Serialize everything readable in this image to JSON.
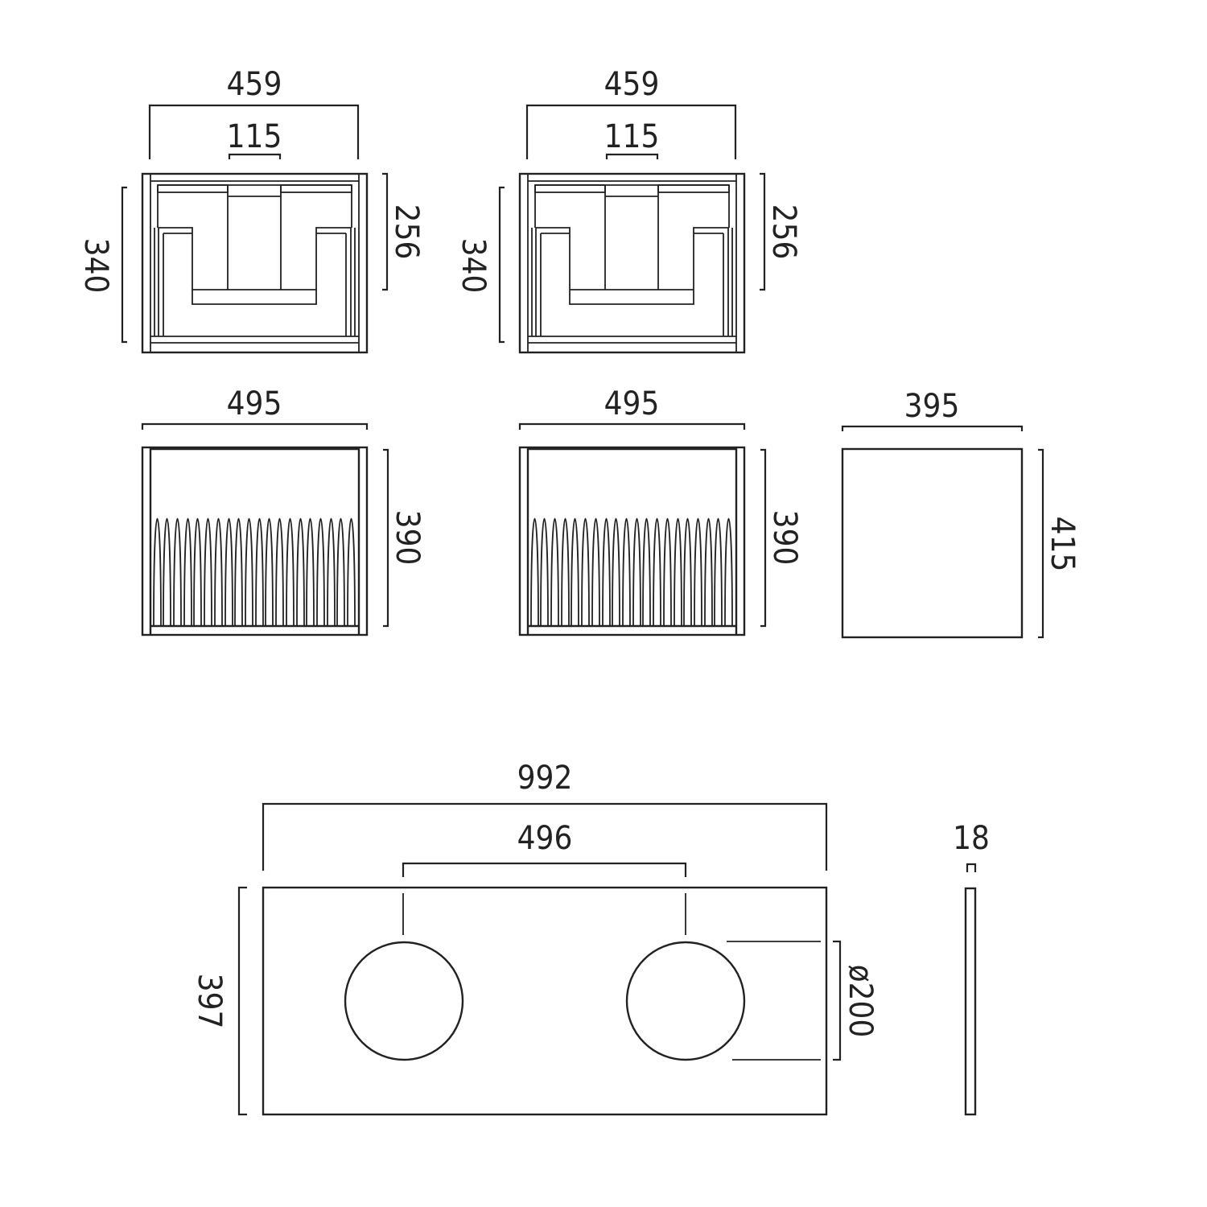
{
  "drawing": {
    "stroke_color": "#222222",
    "background": "#ffffff"
  },
  "views": {
    "front_open_left": {
      "width_label": "459",
      "inner_label": "115",
      "height_left_label": "340",
      "height_right_label": "256"
    },
    "front_open_right": {
      "width_label": "459",
      "inner_label": "115",
      "height_left_label": "340",
      "height_right_label": "256"
    },
    "front_fluted_left": {
      "width_label": "495",
      "height_label": "390",
      "flute_count": 20
    },
    "front_fluted_right": {
      "width_label": "495",
      "height_label": "390",
      "flute_count": 20
    },
    "side_panel": {
      "width_label": "395",
      "height_label": "415"
    },
    "countertop": {
      "width_label": "992",
      "hole_spacing_label": "496",
      "height_label": "397",
      "hole_diameter_label": "ø200"
    },
    "countertop_side": {
      "thickness_label": "18"
    }
  }
}
